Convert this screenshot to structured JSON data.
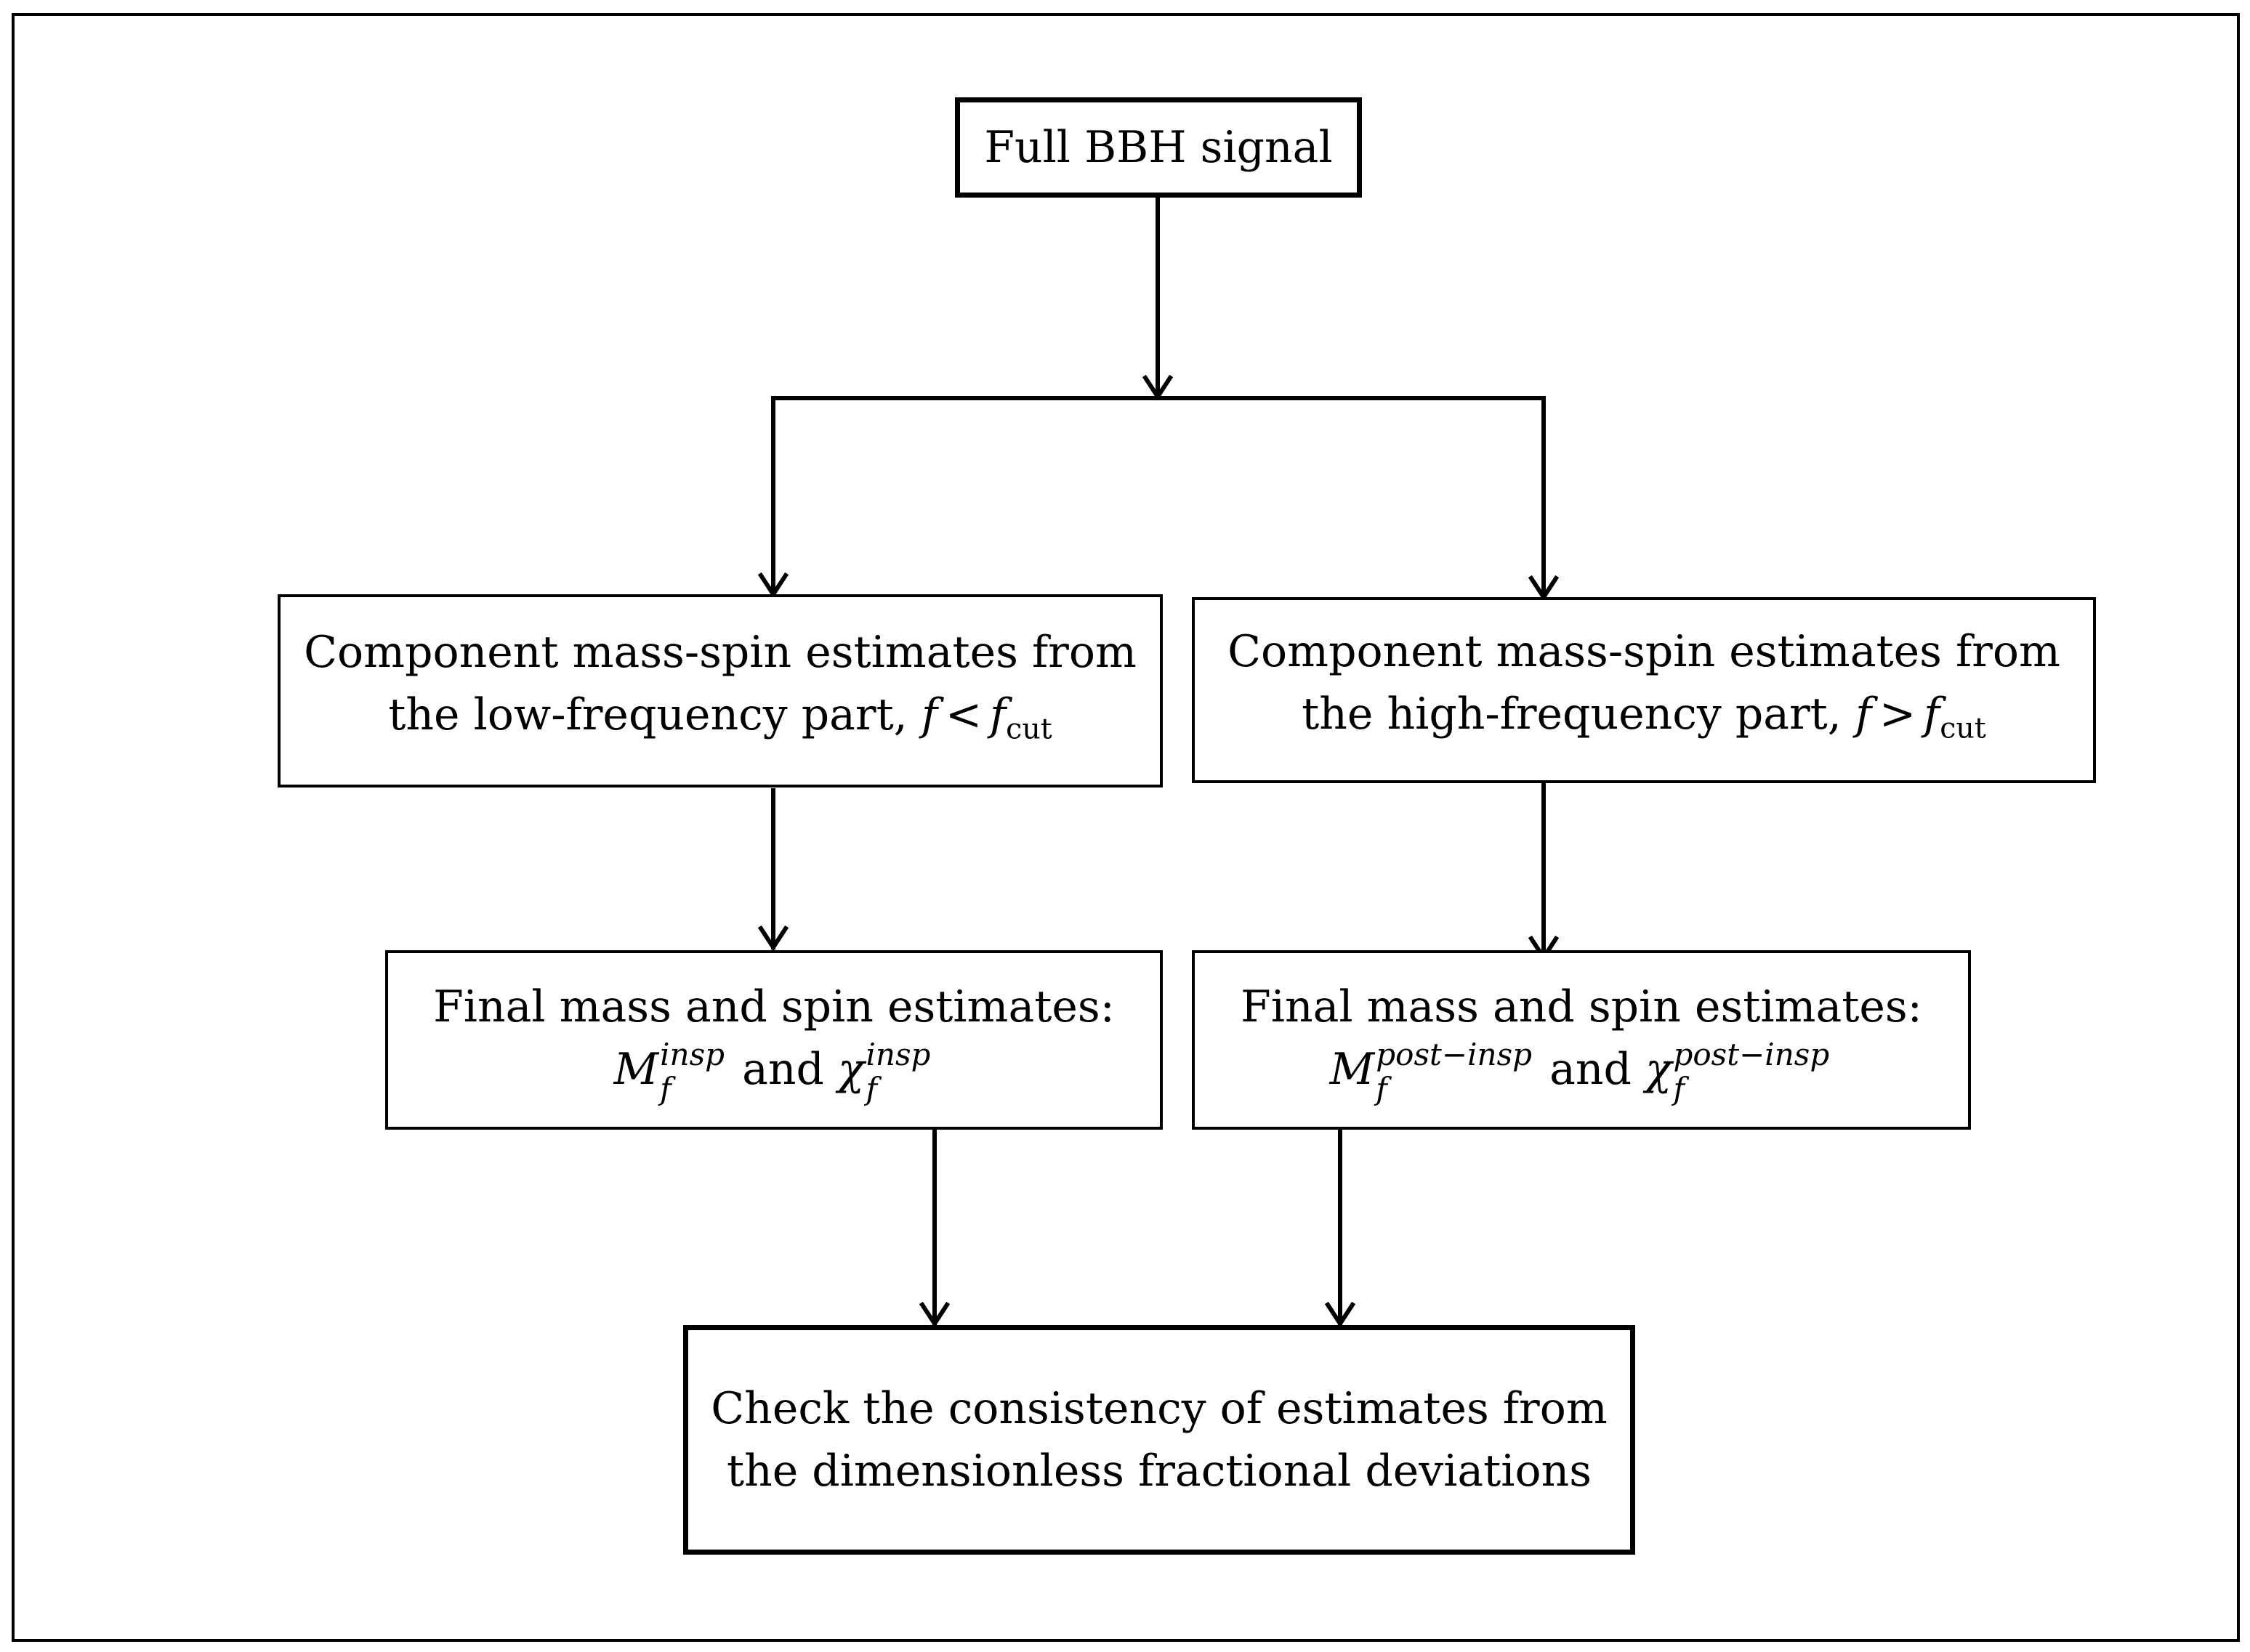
{
  "nodes": {
    "full_signal": {
      "text": "Full BBH signal"
    },
    "low_freq": {
      "line1": "Component mass-spin estimates from",
      "line2_text": "the low-frequency part,",
      "var": "f",
      "operator": "<",
      "cut_var": "f",
      "cut_sub": "cut"
    },
    "high_freq": {
      "line1": "Component mass-spin estimates from",
      "line2_text": "the high-frequency part,",
      "var": "f",
      "operator": ">",
      "cut_var": "f",
      "cut_sub": "cut"
    },
    "final_insp": {
      "line1": "Final mass and spin estimates:",
      "mass_symbol": "M",
      "chi_symbol": "χ",
      "sub": "f",
      "sup": "insp",
      "conjunction": "and"
    },
    "final_post": {
      "line1": "Final mass and spin estimates:",
      "mass_symbol": "M",
      "chi_symbol": "χ",
      "sub": "f",
      "sup": "post−insp",
      "conjunction": "and"
    },
    "consistency": {
      "line1": "Check the consistency of estimates from",
      "line2": "the dimensionless fractional deviations"
    }
  }
}
